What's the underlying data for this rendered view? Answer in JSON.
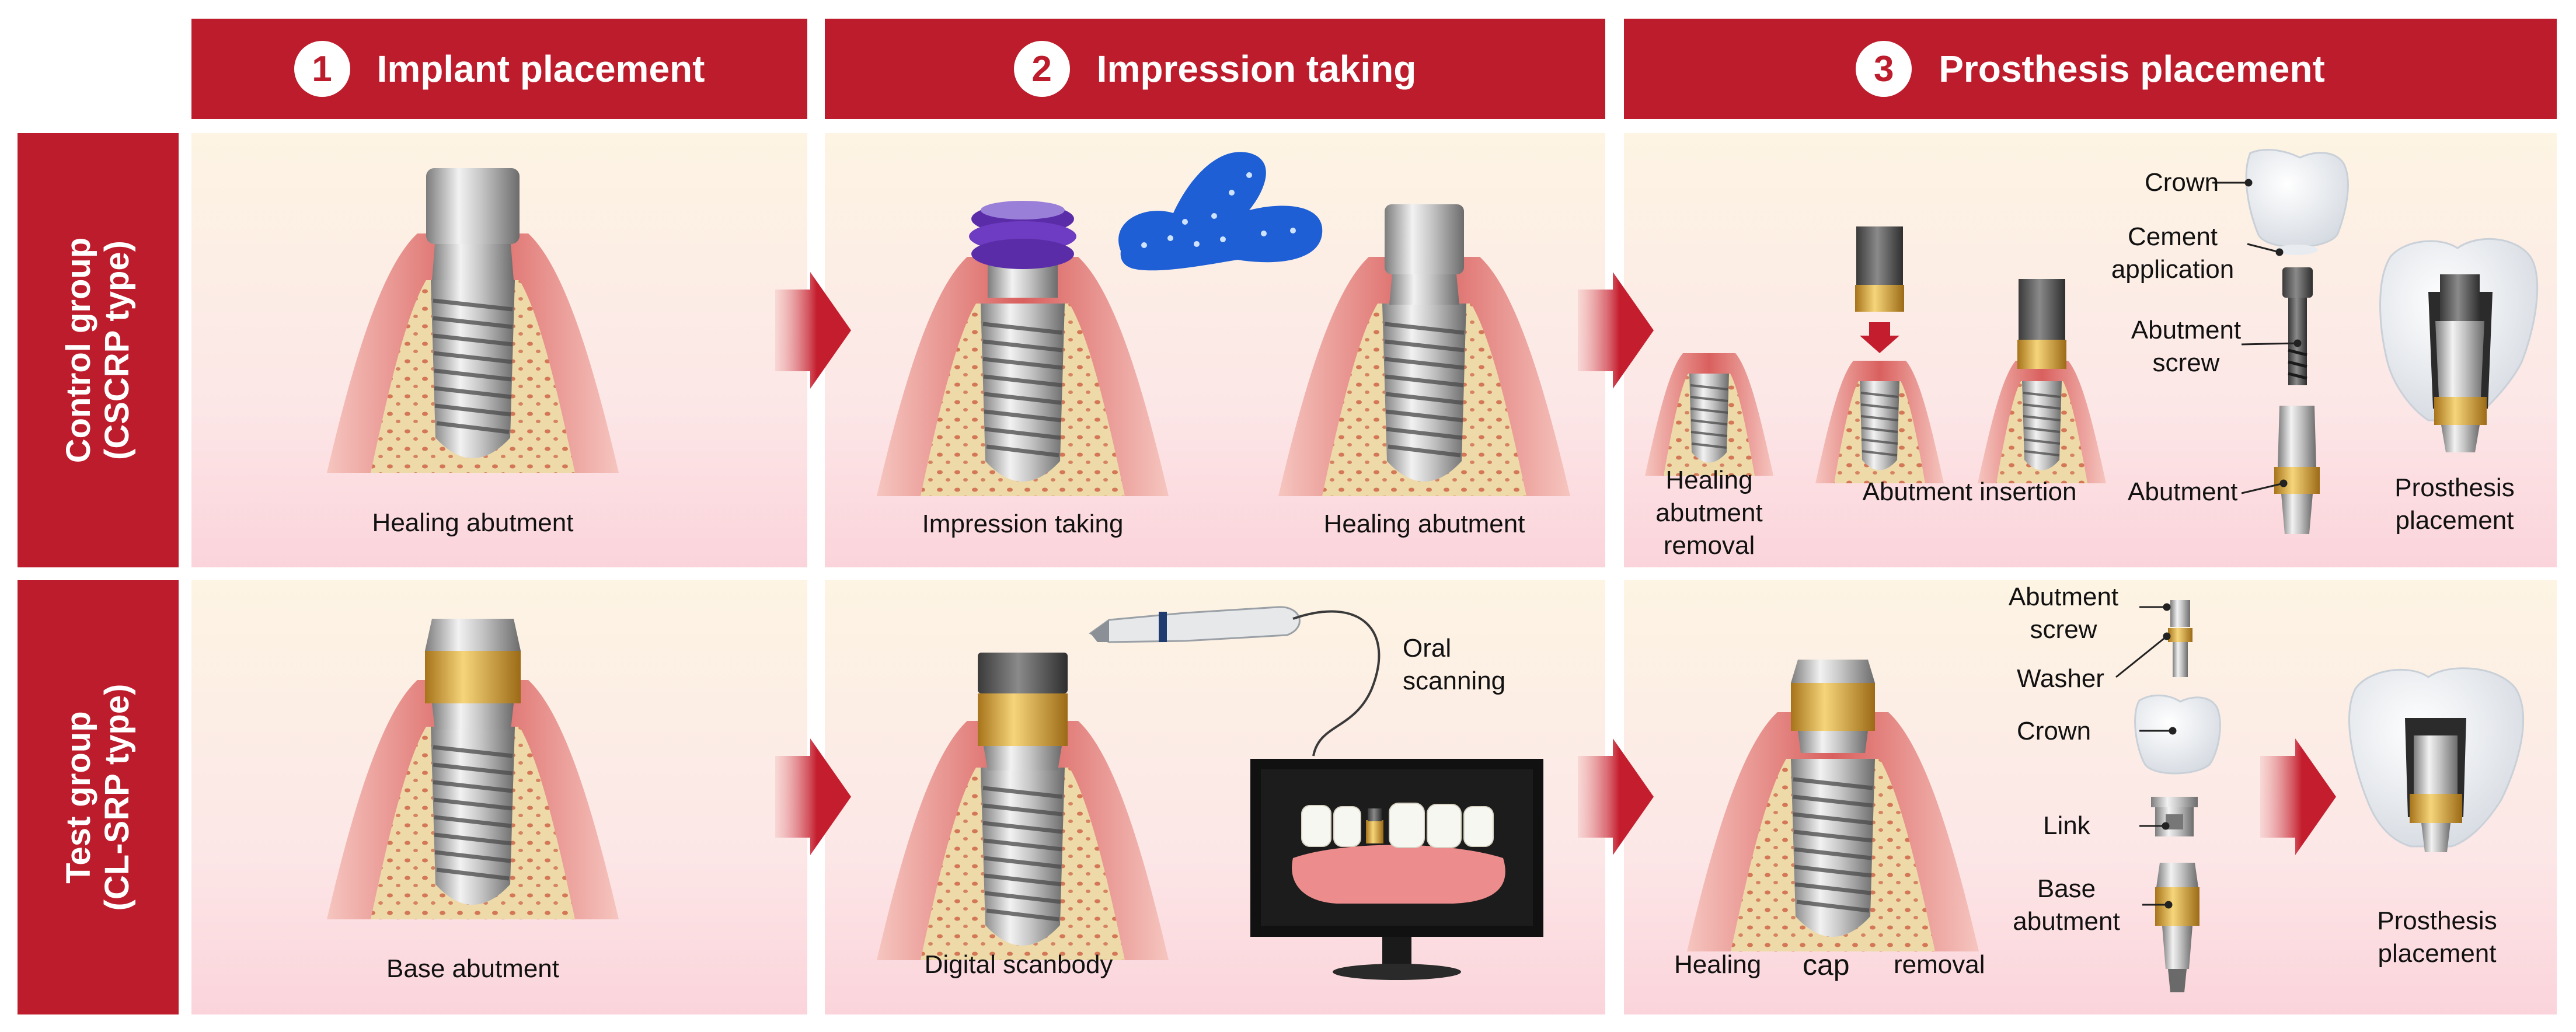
{
  "headers": [
    {
      "num": "1",
      "title": "Implant placement"
    },
    {
      "num": "2",
      "title": "Impression taking"
    },
    {
      "num": "3",
      "title": "Prosthesis placement"
    }
  ],
  "rows": {
    "control": {
      "line1": "Control group",
      "line2": "(CSCRP type)"
    },
    "test": {
      "line1": "Test group",
      "line2": "(CL-SRP type)"
    }
  },
  "labels": {
    "c1_healing_abutment": "Healing abutment",
    "c2_impression_taking": "Impression taking",
    "c2_healing_abutment": "Healing abutment",
    "c3_healing_abutment_removal": [
      "Healing",
      "abutment",
      "removal"
    ],
    "c3_abutment_insertion": "Abutment insertion",
    "c3_crown": "Crown",
    "c3_cement_application": [
      "Cement",
      "application"
    ],
    "c3_abutment_screw": [
      "Abutment",
      "screw"
    ],
    "c3_abutment": "Abutment",
    "c3_prosthesis_placement": [
      "Prosthesis",
      "placement"
    ],
    "t1_base_abutment": "Base abutment",
    "t2_digital_scanbody": "Digital scanbody",
    "t2_oral_scanning": [
      "Oral",
      "scanning"
    ],
    "t3_healing": "Healing",
    "t3_cap": "cap",
    "t3_removal": "removal",
    "t3_abutment_screw": [
      "Abutment",
      "screw"
    ],
    "t3_washer": "Washer",
    "t3_crown": "Crown",
    "t3_link": "Link",
    "t3_base_abutment": [
      "Base",
      "abutment"
    ],
    "t3_prosthesis_placement": [
      "Prosthesis",
      "placement"
    ]
  },
  "colors": {
    "brand_red": "#bd1c2c",
    "gum": "#e37b7b",
    "bone": "#ecd6a6",
    "titanium": "#b8b8b8",
    "gold": "#d6a53a",
    "impression_tray": "#1e5fd6",
    "impression_material": "#6e3cc2",
    "tooth": "#f4f5f7"
  }
}
